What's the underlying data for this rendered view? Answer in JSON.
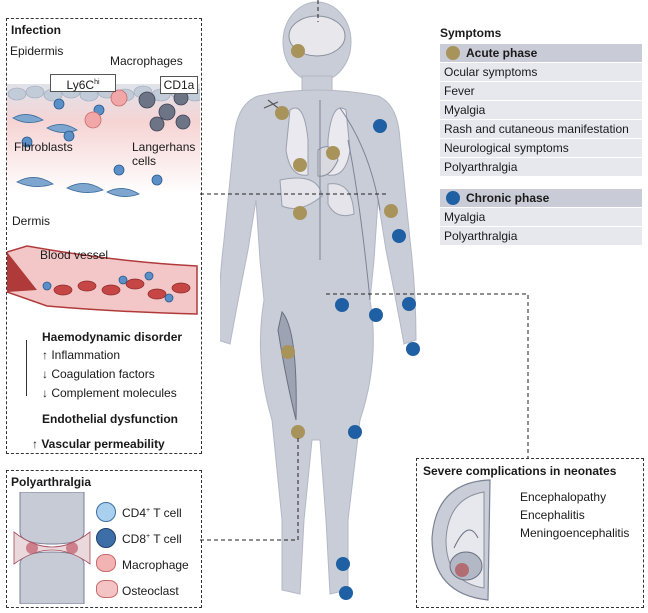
{
  "infection": {
    "title": "Infection",
    "epidermis": "Epidermis",
    "ly6c": "Ly6C",
    "ly6c_sup": "hi",
    "macrophages": "Macrophages",
    "cd1a": "CD1a",
    "fibroblasts": "Fibroblasts",
    "langerhans": "Langerhans",
    "langerhans2": "cells",
    "dermis": "Dermis",
    "blood_vessel": "Blood vessel",
    "haemodynamic": "Haemodynamic disorder",
    "inflammation": "↑ Inflammation",
    "coagulation": "↓ Coagulation factors",
    "complement": "↓ Complement molecules",
    "endothelial": "Endothelial dysfunction",
    "permeability": "↑ Vascular permeability"
  },
  "polyarthralgia_panel": {
    "title": "Polyarthralgia",
    "cd4": "CD4",
    "cd4_rest": " T cell",
    "cd8": "CD8",
    "cd8_rest": " T cell",
    "sup": "+",
    "macrophage": "Macrophage",
    "osteoclast": "Osteoclast"
  },
  "symptoms": {
    "title": "Symptoms",
    "acute": {
      "label": "Acute phase",
      "color": "#a8935a",
      "items": [
        "Ocular symptoms",
        "Fever",
        "Myalgia",
        "Rash and cutaneous manifestation",
        "Neurological symptoms",
        "Polyarthralgia"
      ]
    },
    "chronic": {
      "label": "Chronic phase",
      "color": "#1f5fa3",
      "items": [
        "Myalgia",
        "Polyarthralgia"
      ]
    }
  },
  "neonates": {
    "title": "Severe complications in neonates",
    "items": [
      "Encephalopathy",
      "Encephalitis",
      "Meningoencephalitis"
    ]
  },
  "colors": {
    "body": "#c9cdd8",
    "acute": "#a8935a",
    "chronic": "#1f5fa3",
    "vessel": "#b03a3a"
  }
}
